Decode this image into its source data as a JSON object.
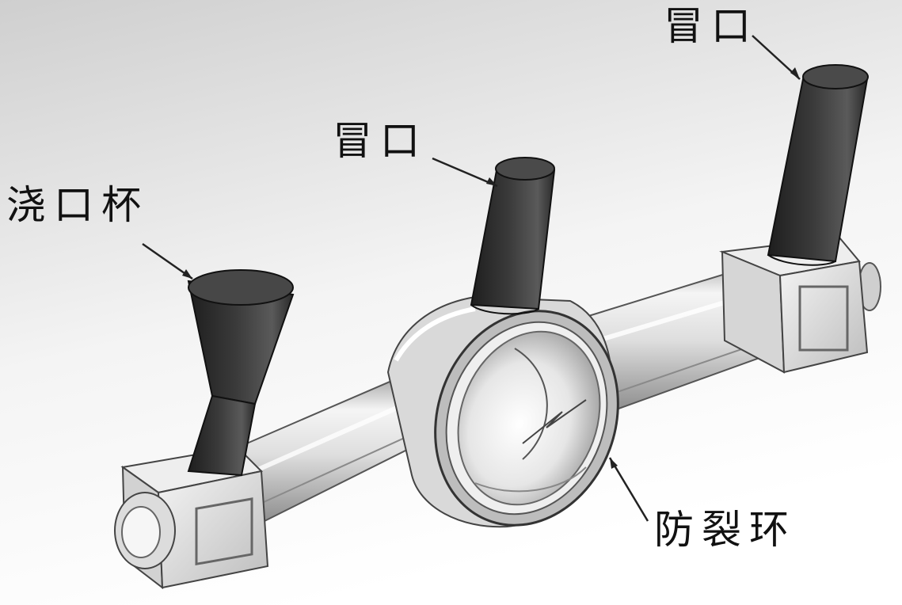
{
  "labels": {
    "riser_right": "冒口",
    "riser_center": "冒口",
    "pouring_cup": "浇口杯",
    "anti_crack_ring": "防裂环"
  },
  "colors": {
    "background_top": "#d4d4d4",
    "background_bottom": "#ffffff",
    "casting_light": "#f2f2f2",
    "casting_mid": "#c8c8c8",
    "casting_dark": "#7a7a7a",
    "riser_dark": "#2e2e2e",
    "riser_light": "#5c5c5c",
    "leader_line": "#222222",
    "label_text": "#111111"
  }
}
